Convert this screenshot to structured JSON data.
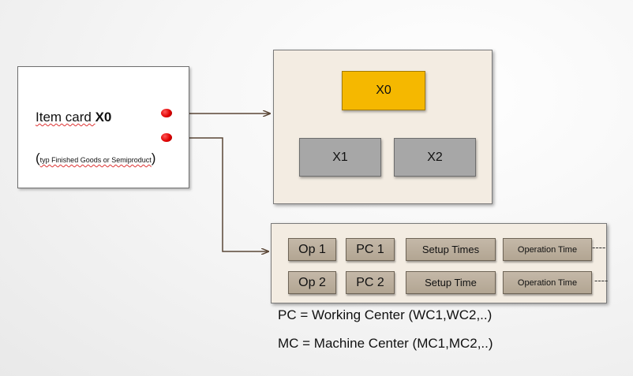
{
  "item_card": {
    "title_prefix": "Item card ",
    "title_code": "X0",
    "subtitle_open": "(",
    "subtitle_text": "typ Finished Goods or Semiproduct",
    "subtitle_close": ")"
  },
  "bom": {
    "root": "X0",
    "children": [
      "X1",
      "X2"
    ],
    "colors": {
      "root": "#f5b800",
      "child": "#a7a7a7"
    }
  },
  "operations": [
    {
      "op": "Op 1",
      "center": "PC 1",
      "setup": "Setup Times",
      "operation": "Operation Time",
      "continuation": "----"
    },
    {
      "op": "Op 2",
      "center": "PC 2",
      "setup": "Setup Time",
      "operation": "Operation Time",
      "continuation": "----"
    }
  ],
  "legend": {
    "pc": "PC  =  Working  Center (WC1,WC2,..)",
    "mc": "MC  = Machine Center (MC1,MC2,..)"
  },
  "colors": {
    "dot": "#e00000",
    "arrow": "#5a4636",
    "panel": "#f3ece2"
  }
}
